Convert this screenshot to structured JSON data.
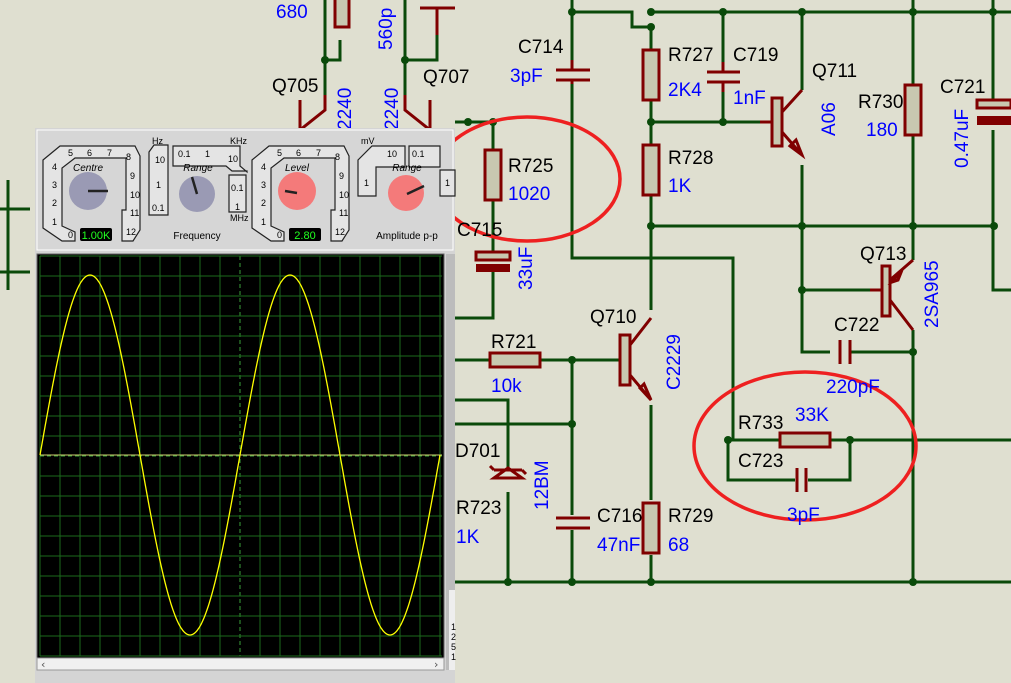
{
  "schematic": {
    "components": [
      {
        "ref": "",
        "value": "680"
      },
      {
        "ref": "",
        "value": "560p"
      },
      {
        "ref": "Q705",
        "value": "2240"
      },
      {
        "ref": "Q707",
        "value": "2240"
      },
      {
        "ref": "C714",
        "value": "3pF"
      },
      {
        "ref": "R725",
        "value": "1020"
      },
      {
        "ref": "C715",
        "value": "33uF"
      },
      {
        "ref": "R727",
        "value": "2K4"
      },
      {
        "ref": "C719",
        "value": "1nF"
      },
      {
        "ref": "Q711",
        "value": "A06"
      },
      {
        "ref": "R730",
        "value": "180"
      },
      {
        "ref": "C721",
        "value": "0.47uF"
      },
      {
        "ref": "R728",
        "value": "1K"
      },
      {
        "ref": "Q713",
        "value": "2SA965"
      },
      {
        "ref": "Q710",
        "value": "C2229"
      },
      {
        "ref": "R721",
        "value": "10k"
      },
      {
        "ref": "C722",
        "value": "220pF"
      },
      {
        "ref": "R733",
        "value": "33K"
      },
      {
        "ref": "C723",
        "value": "3pF"
      },
      {
        "ref": "D701",
        "value": "12BM"
      },
      {
        "ref": "R723",
        "value": "1K"
      },
      {
        "ref": "C716",
        "value": "47nF"
      },
      {
        "ref": "R729",
        "value": "68"
      }
    ],
    "highlight_color": "#ee2020",
    "wire_color": "#0a4a0a",
    "value_color": "#0000ff"
  },
  "generator": {
    "centre": {
      "label": "Centre",
      "scale": [
        "0",
        "1",
        "2",
        "3",
        "4",
        "5",
        "6",
        "7",
        "8",
        "9",
        "10",
        "11",
        "12"
      ],
      "display": "1.00K"
    },
    "frequency": {
      "label": "Frequency",
      "knob_label": "Range",
      "hz_unit": "Hz",
      "khz_unit": "KHz",
      "mhz_unit": "MHz",
      "hz_options": [
        "10",
        "1",
        "0.1"
      ],
      "khz_options": [
        "0.1",
        "1",
        "10"
      ],
      "mhz_options": [
        "0.1",
        "1"
      ]
    },
    "level": {
      "label": "Level",
      "scale": [
        "0",
        "1",
        "2",
        "3",
        "4",
        "5",
        "6",
        "7",
        "8",
        "9",
        "10",
        "11",
        "12"
      ],
      "display": "2.80"
    },
    "amplitude": {
      "label": "Amplitude p-p",
      "knob_label": "Range",
      "mv_unit": "mV",
      "mv_options": [
        "10",
        "1"
      ],
      "v_options": [
        "0.1",
        "1"
      ]
    }
  },
  "scope": {
    "trace_color": "#ffff00",
    "waveform": "sine",
    "cycles_visible": 2,
    "right_panel_partial": [
      "1",
      "2",
      "5",
      "1"
    ]
  }
}
